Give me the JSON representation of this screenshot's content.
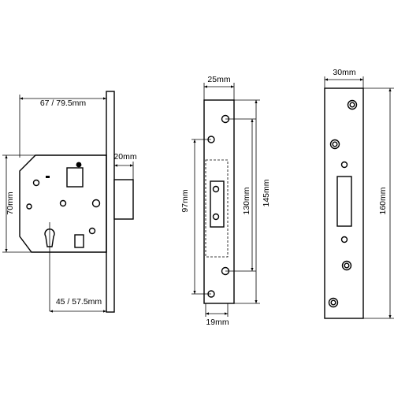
{
  "dimensions": {
    "lock_width": "67 / 79.5mm",
    "backset": "45 / 57.5mm",
    "lock_height": "70mm",
    "bolt_throw": "20mm",
    "forend_width": "25mm",
    "forend_hole_centres": "130mm",
    "forend_length": "145mm",
    "forend_inner": "97mm",
    "forend_bottom_width": "19mm",
    "keep_width": "30mm",
    "keep_length": "160mm"
  },
  "colors": {
    "line": "#000000",
    "background": "#ffffff"
  }
}
